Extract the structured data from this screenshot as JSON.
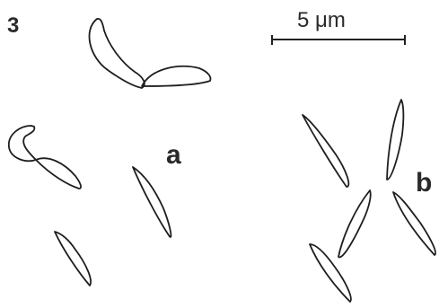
{
  "figure": {
    "panel_number": "3",
    "scale_bar": {
      "label": "5 μm",
      "length_um": 5
    },
    "labels": {
      "a": "a",
      "b": "b"
    }
  }
}
